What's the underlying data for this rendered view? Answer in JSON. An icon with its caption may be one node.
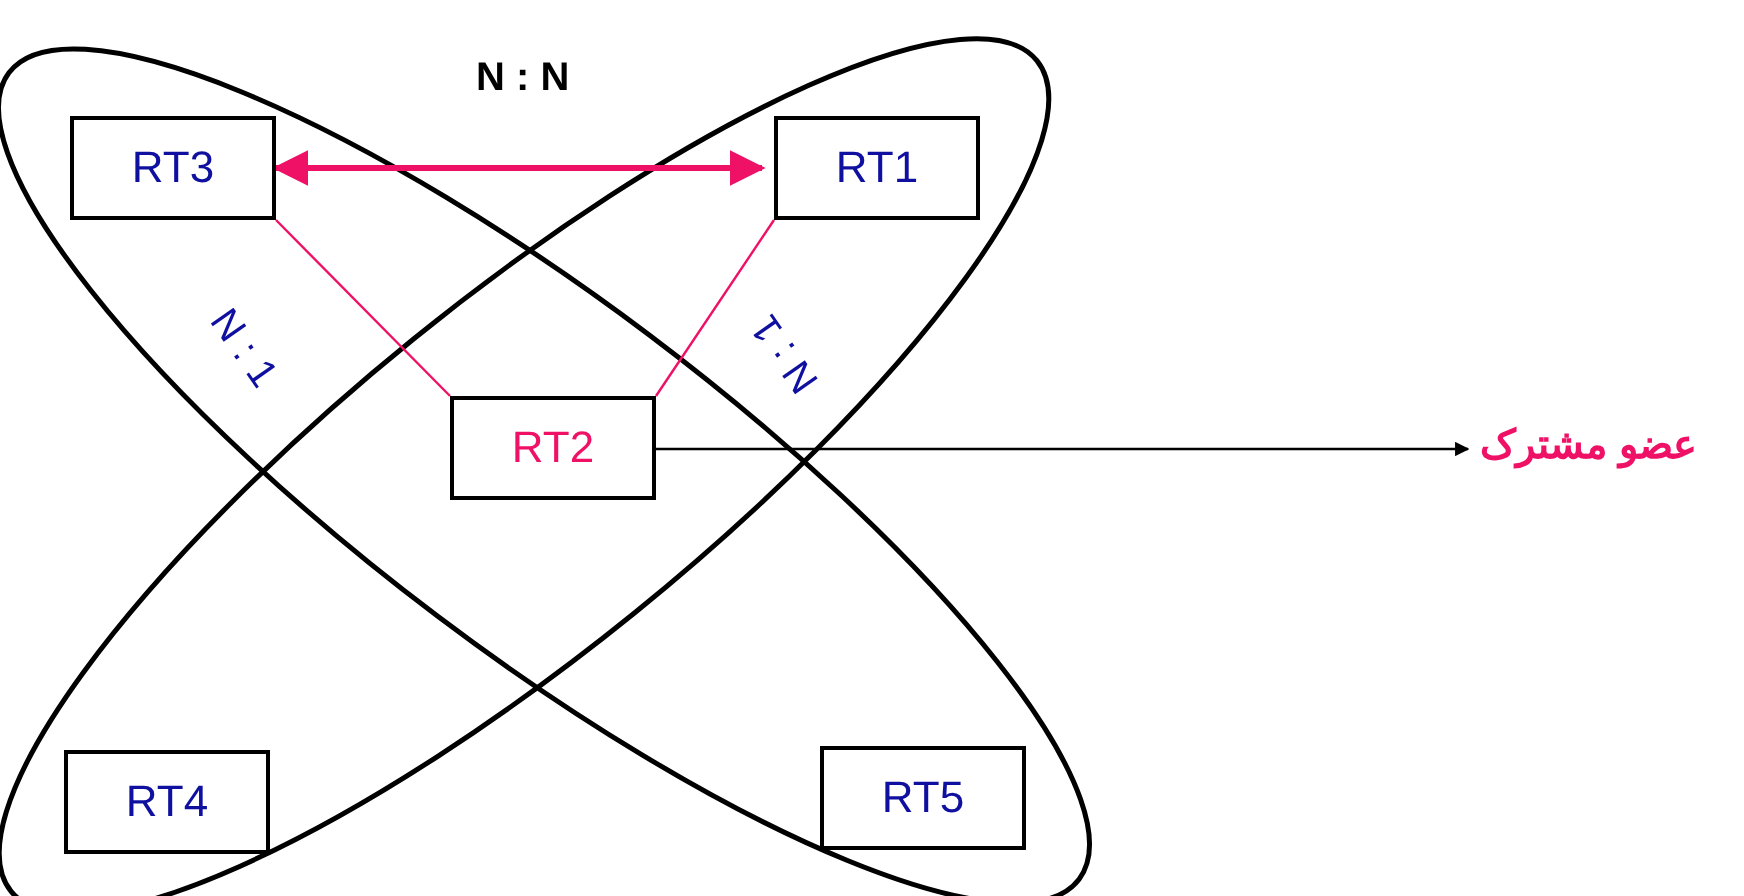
{
  "diagram": {
    "nodes": [
      {
        "text": [
          "RT3"
        ]
      },
      {
        "text": [
          "RT1"
        ]
      },
      {
        "text": [
          "RT2"
        ]
      },
      {
        "text": [
          "RT4"
        ]
      },
      {
        "text": [
          "RT5"
        ]
      },
      {
        "text": [
          "عضو مشترک"
        ]
      }
    ],
    "edges": [
      {
        "from": 0,
        "to": 1,
        "arrow": "both",
        "style": "thick"
      },
      {
        "from": 0,
        "to": 2,
        "arrow": "none"
      },
      {
        "from": 1,
        "to": 2,
        "arrow": "none"
      },
      {
        "from": 2,
        "to": 5,
        "arrow": "to",
        "color": "#000000"
      }
    ],
    "labels": [
      "N : N",
      "N : 1",
      "N : 1"
    ]
  }
}
